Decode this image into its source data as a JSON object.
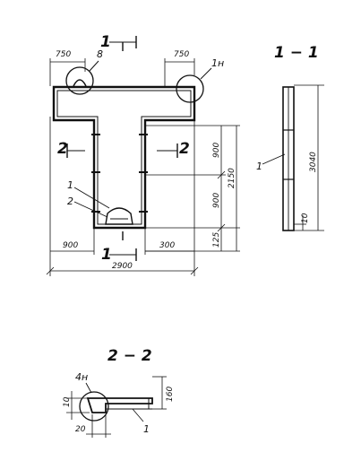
{
  "main_view": {
    "section_mark": "1",
    "section_mark_left": "2",
    "section_mark_right": "2",
    "dim_top_left": "750",
    "dim_top_right": "750",
    "callout_8": "8",
    "callout_1n": "1н",
    "leader_1": "1",
    "leader_2": "2",
    "dim_left_bottom": "900",
    "dim_right_bottom": "300",
    "dim_total_width": "2900",
    "dim_v_upper": "900",
    "dim_v_lower": "900",
    "dim_v_bottom": "125",
    "dim_v_total": "2150"
  },
  "section_1_1": {
    "title": "1 − 1",
    "leader_1": "1",
    "dim_height": "3040",
    "dim_bottom": "10"
  },
  "section_2_2": {
    "title": "2 − 2",
    "callout_4n": "4н",
    "dim_10": "10",
    "dim_20": "20",
    "dim_160": "160",
    "leader_1": "1"
  }
}
